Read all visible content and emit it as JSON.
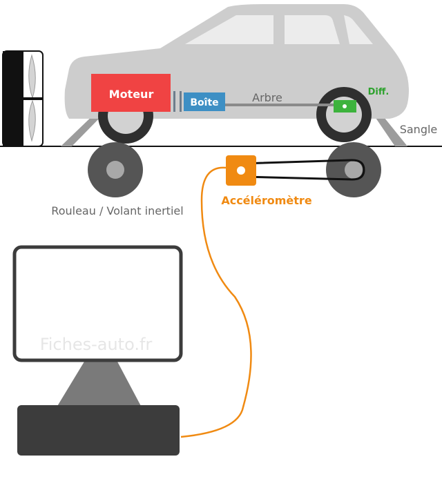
{
  "labels": {
    "moteur": "Moteur",
    "boite": "Boîte",
    "arbre": "Arbre",
    "diff": "Diff.",
    "sangle": "Sangle",
    "rouleau": "Rouleau / Volant inertiel",
    "accelerometre": "Accéléromètre",
    "watermark": "Fiches-auto.fr"
  },
  "colors": {
    "engine": "#f04343",
    "gearbox": "#3d8fc4",
    "differential": "#3db33d",
    "accelerometer": "#f08a12",
    "car_body": "#cdcdcd",
    "tire": "#2f2f2f",
    "roller": "#555555",
    "monitor_stand": "#7a7a7a",
    "base": "#3c3c3c"
  },
  "icons": {
    "fan": "fan-icon",
    "monitor": "monitor-icon"
  }
}
